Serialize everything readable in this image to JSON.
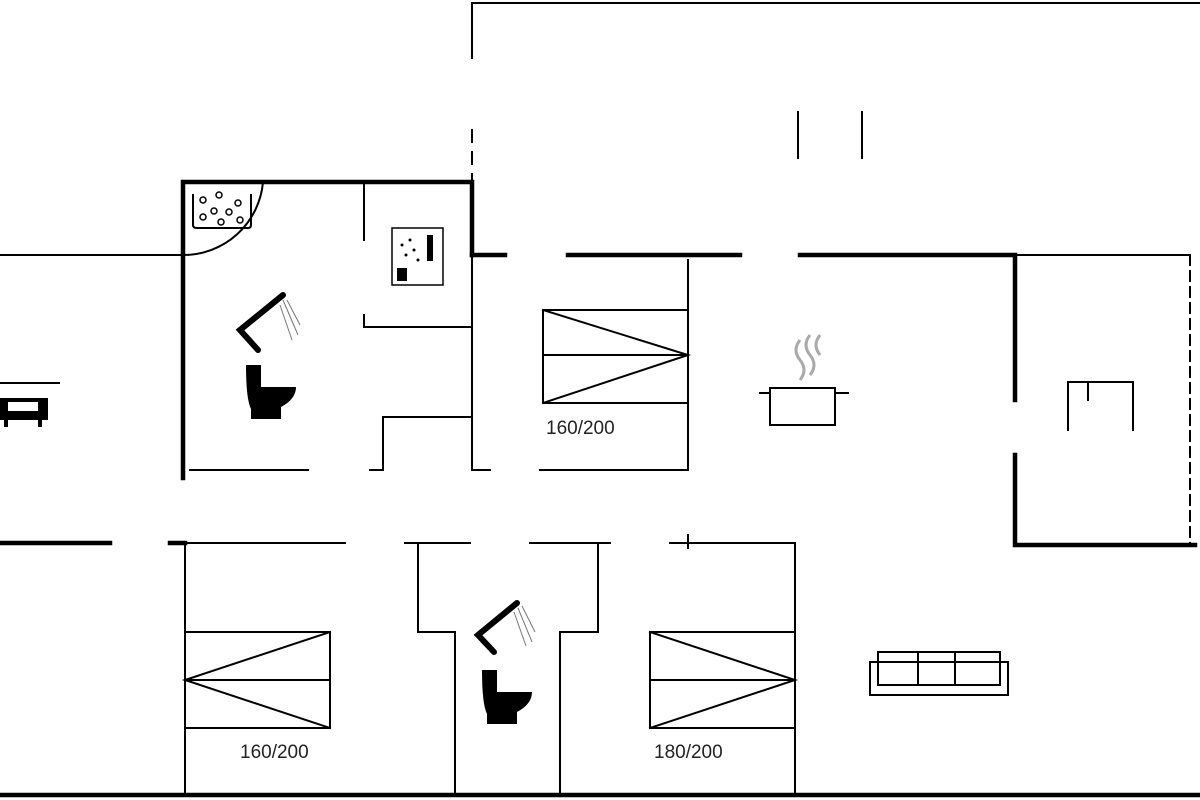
{
  "floor_plan": {
    "beds": [
      {
        "label": "160/200"
      },
      {
        "label": "160/200"
      },
      {
        "label": "180/200"
      }
    ],
    "icons": [
      "car-icon",
      "spa-bath-icon",
      "sauna-icon",
      "shower-icon",
      "toilet-icon",
      "cooking-pot-icon",
      "sofa-icon",
      "fireplace-icon"
    ]
  }
}
